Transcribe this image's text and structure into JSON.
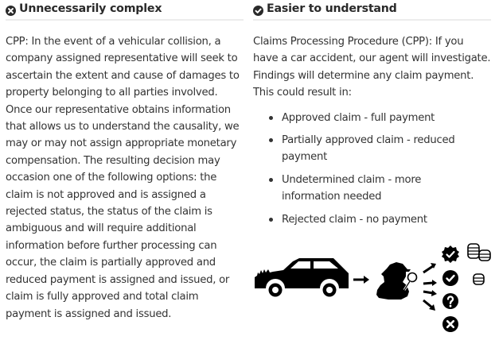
{
  "left_column": {
    "header_icon": "x-circle-icon",
    "title": "Unnecessarily complex",
    "paragraph": "CPP: In the event of a vehicular collision, a company assigned representative will seek to ascertain the extent and cause of damages to property belonging to all parties involved. Once our representative obtains information that allows us to understand the causality, we may or may not assign appropriate monetary compensation. The resulting decision may occasion one of the following options: the claim is not approved and is assigned a rejected status, the status of the claim is ambiguous and will require additional information before further processing can occur, the claim is partially approved and reduced payment is assigned and issued, or claim is fully approved and total claim payment is assigned and issued."
  },
  "right_column": {
    "header_icon": "check-circle-icon",
    "title": "Easier to understand",
    "paragraph": "Claims Processing Procedure (CPP): If you have a car accident, our agent will investigate. Findings will determine any claim payment. This could result in:",
    "outcomes": [
      "Approved claim - full payment",
      "Partially approved claim - reduced payment",
      "Undetermined claim - more information needed",
      "Rejected claim - no payment"
    ]
  },
  "illustration": {
    "icons": [
      "crashed-car-icon",
      "arrow-right-icon",
      "detective-magnifier-icon",
      "arrow-up-right-icon",
      "arrow-right-icon",
      "arrow-right-icon",
      "arrow-down-right-icon",
      "badge-check-icon",
      "check-circle-icon",
      "question-circle-icon",
      "x-circle-icon",
      "large-coin-stack-icon",
      "small-coin-stack-icon"
    ],
    "color": "#000000"
  }
}
